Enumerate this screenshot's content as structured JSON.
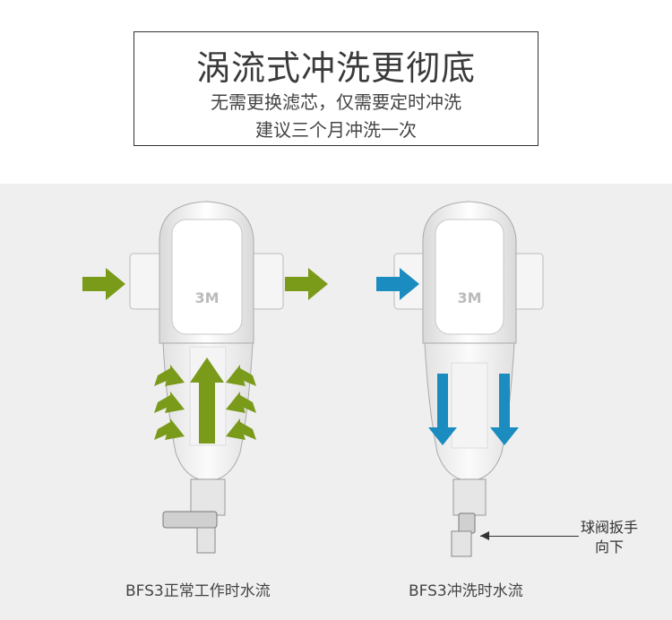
{
  "header": {
    "title": "涡流式冲洗更彻底",
    "subtitle_line1": "无需更换滤芯，仅需要定时冲洗",
    "subtitle_line2": "建议三个月冲洗一次"
  },
  "left_panel": {
    "caption": "BFS3正常工作时水流",
    "logo": "3M",
    "arrow_color": "#7a9a1a"
  },
  "right_panel": {
    "caption": "BFS3冲洗时水流",
    "logo": "3M",
    "arrow_color": "#1a8cc0"
  },
  "annotation": {
    "line1": "球阀扳手",
    "line2": "向下"
  },
  "colors": {
    "background": "#efefef",
    "green": "#7a9a1a",
    "blue": "#1a8cc0"
  }
}
